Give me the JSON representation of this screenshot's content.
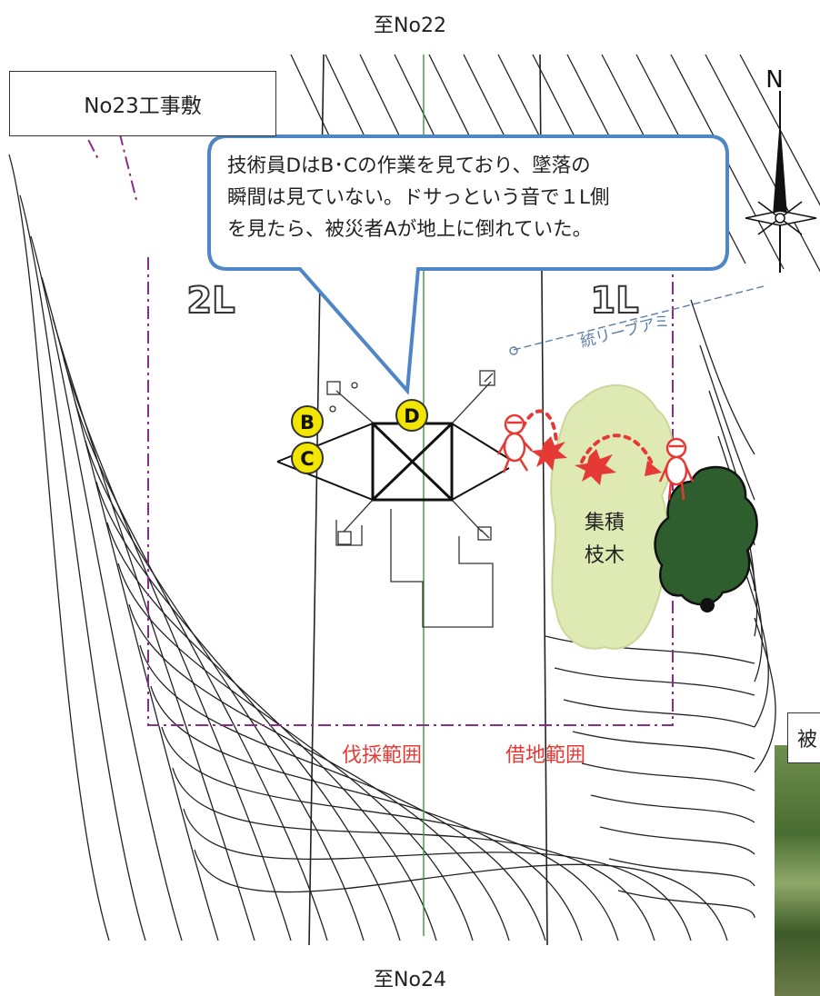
{
  "top_label": "至No22",
  "bottom_label": "至No24",
  "site_title": "No23工事敷",
  "callout": {
    "lines": [
      "技術員DはB･Cの作業を見ており、墜落の",
      "瞬間は見ていない。ドサっという音で１L側",
      "を見たら、被災者Aが地上に倒れていた。"
    ]
  },
  "labels": {
    "left_leg": "2L",
    "right_leg": "1L",
    "cut_range": "伐採範囲",
    "borrowed_land": "借地範囲",
    "pile_line1": "集積",
    "pile_line2": "枝木",
    "photo_label": "被",
    "compass_n": "N",
    "handwritten": "統リーブアミ"
  },
  "workers": [
    "B",
    "C",
    "D"
  ],
  "colors": {
    "callout_border": "#4f86c6",
    "boundary": "#8b2a8f",
    "center_line": "#3a9a3a",
    "worker_fill": "#f2e600",
    "victim": "#e53935",
    "pile_fill": "#dfe9b4",
    "tree_fill": "#2e5e2e",
    "red_text": "#e53935",
    "contour": "#222222"
  },
  "icons": [
    "compass-icon",
    "worker-icon",
    "victim-icon",
    "impact-icon",
    "tree-icon"
  ]
}
